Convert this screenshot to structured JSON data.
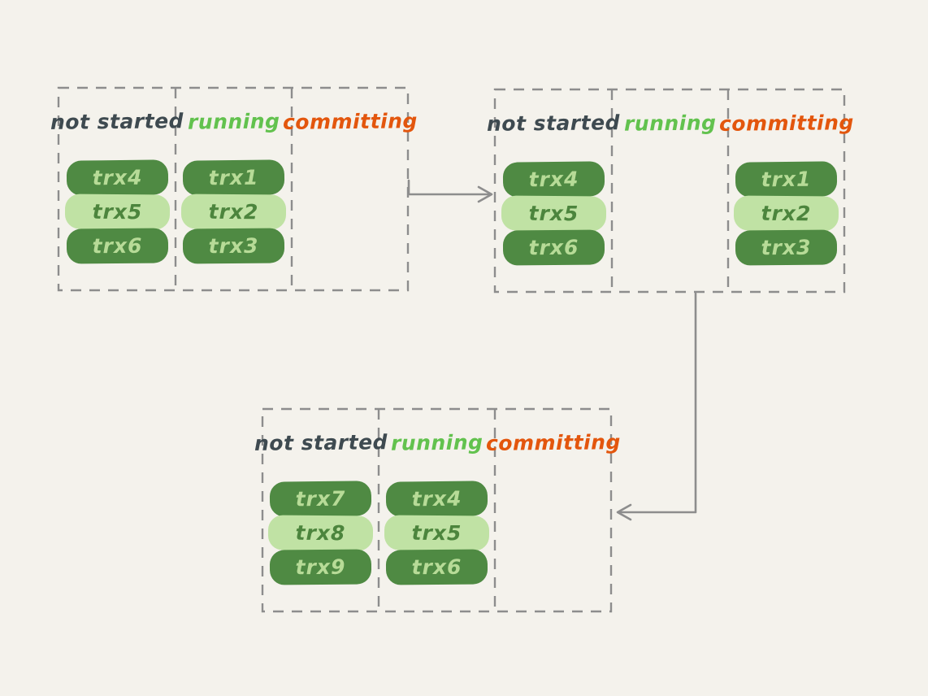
{
  "colors": {
    "background": "#f4f2ec",
    "panel_border": "#8d8d8d",
    "arrow": "#8d8d8d",
    "heading_not_started": "#3e4a50",
    "heading_running": "#62c24e",
    "heading_committing": "#e3560d",
    "pill_dark_bg": "#4f8a43",
    "pill_dark_text": "#b7db97",
    "pill_light_bg": "#c0e2a4",
    "pill_light_text": "#4c853d"
  },
  "panels": [
    {
      "columns": [
        {
          "label": "not started",
          "pills": [
            {
              "text": "trx4",
              "variant": "dark"
            },
            {
              "text": "trx5",
              "variant": "light"
            },
            {
              "text": "trx6",
              "variant": "dark"
            }
          ]
        },
        {
          "label": "running",
          "pills": [
            {
              "text": "trx1",
              "variant": "dark"
            },
            {
              "text": "trx2",
              "variant": "light"
            },
            {
              "text": "trx3",
              "variant": "dark"
            }
          ]
        },
        {
          "label": "committing",
          "pills": []
        }
      ]
    },
    {
      "columns": [
        {
          "label": "not started",
          "pills": [
            {
              "text": "trx4",
              "variant": "dark"
            },
            {
              "text": "trx5",
              "variant": "light"
            },
            {
              "text": "trx6",
              "variant": "dark"
            }
          ]
        },
        {
          "label": "running",
          "pills": []
        },
        {
          "label": "committing",
          "pills": [
            {
              "text": "trx1",
              "variant": "dark"
            },
            {
              "text": "trx2",
              "variant": "light"
            },
            {
              "text": "trx3",
              "variant": "dark"
            }
          ]
        }
      ]
    },
    {
      "columns": [
        {
          "label": "not started",
          "pills": [
            {
              "text": "trx7",
              "variant": "dark"
            },
            {
              "text": "trx8",
              "variant": "light"
            },
            {
              "text": "trx9",
              "variant": "dark"
            }
          ]
        },
        {
          "label": "running",
          "pills": [
            {
              "text": "trx4",
              "variant": "dark"
            },
            {
              "text": "trx5",
              "variant": "light"
            },
            {
              "text": "trx6",
              "variant": "dark"
            }
          ]
        },
        {
          "label": "committing",
          "pills": []
        }
      ]
    }
  ],
  "arrows": [
    {
      "from": "panel-1",
      "to": "panel-2",
      "direction": "right"
    },
    {
      "from": "panel-2",
      "to": "panel-3",
      "direction": "down-then-left"
    }
  ]
}
